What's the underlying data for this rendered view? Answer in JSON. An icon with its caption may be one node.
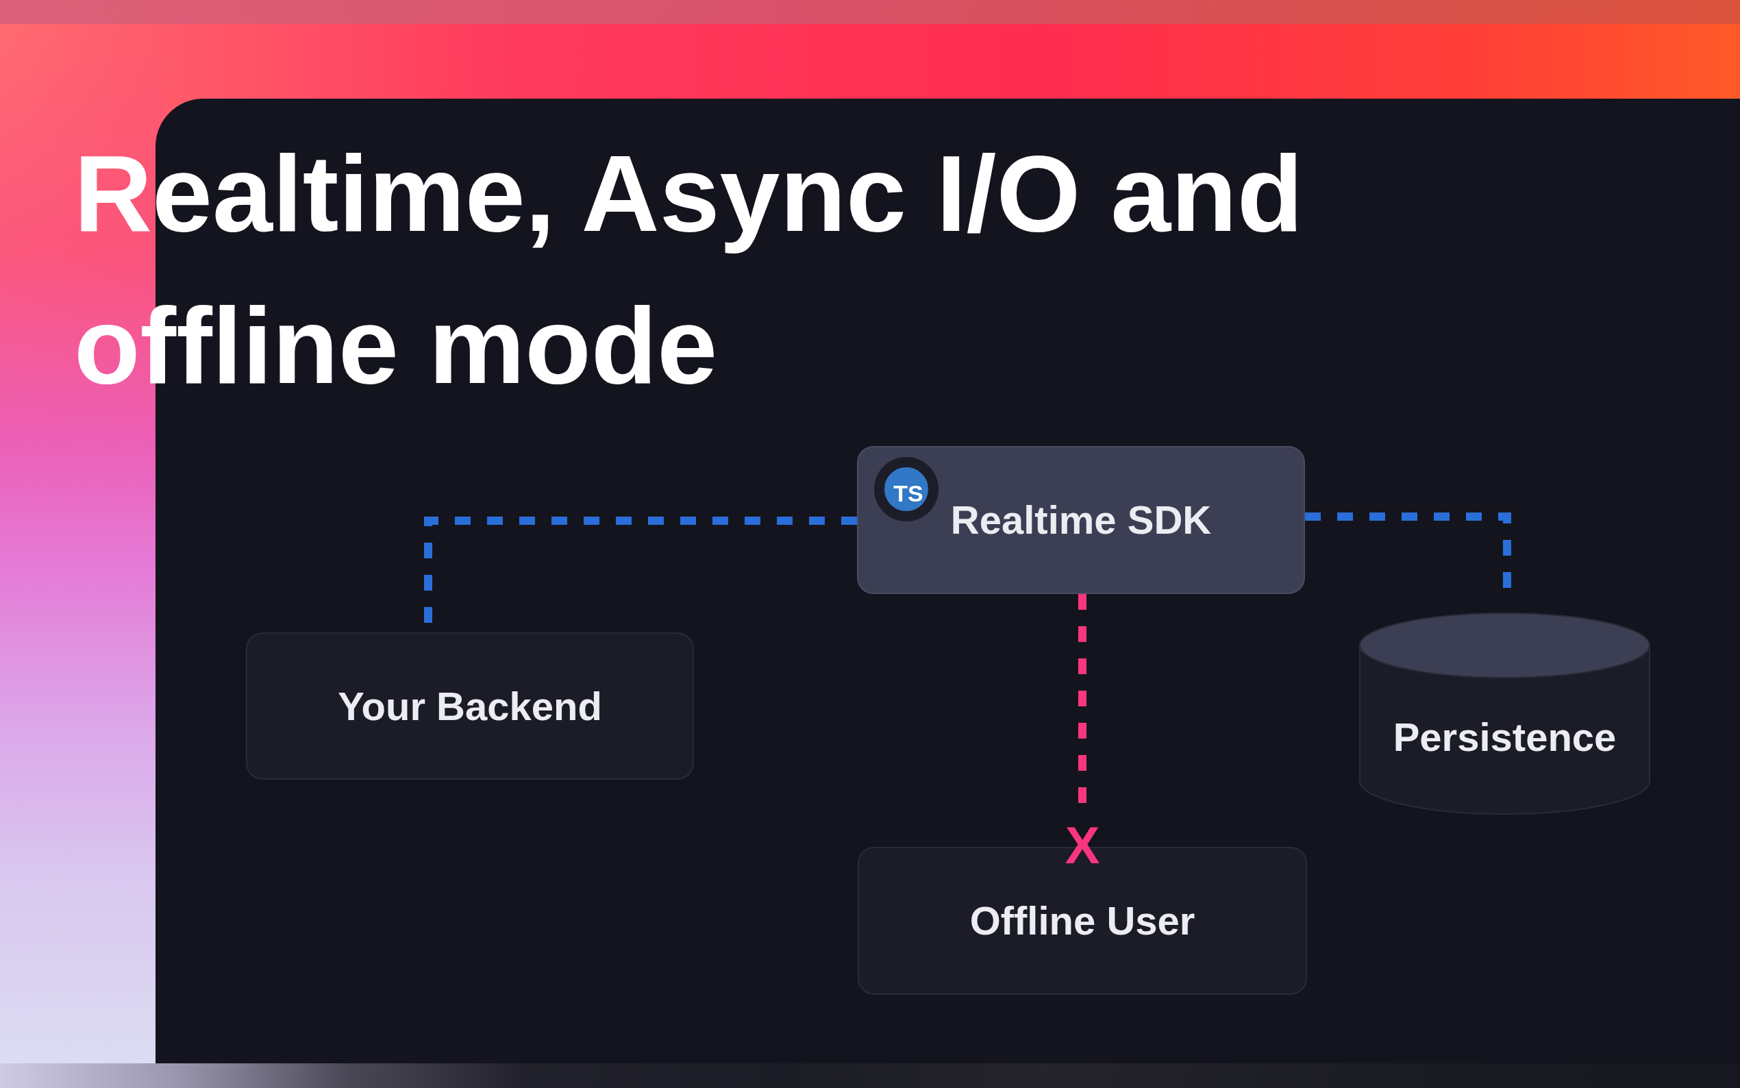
{
  "diagram": {
    "title": "Realtime, Async I/O and offline mode",
    "nodes": [
      {
        "text": [
          "TS",
          "Realtime SDK"
        ]
      },
      {
        "text": [
          "Your Backend"
        ]
      },
      {
        "text": [
          "Persistence"
        ]
      },
      {
        "text": [
          "Offline User"
        ]
      }
    ],
    "edges": [
      {
        "from": 0,
        "to": 1,
        "arrow": "none",
        "style": "dashed"
      },
      {
        "from": 0,
        "to": 2,
        "arrow": "none",
        "style": "dashed"
      },
      {
        "from": 0,
        "to": 3,
        "arrow": "none",
        "style": "dashed",
        "color": "#f7367f",
        "label": "X"
      }
    ]
  }
}
